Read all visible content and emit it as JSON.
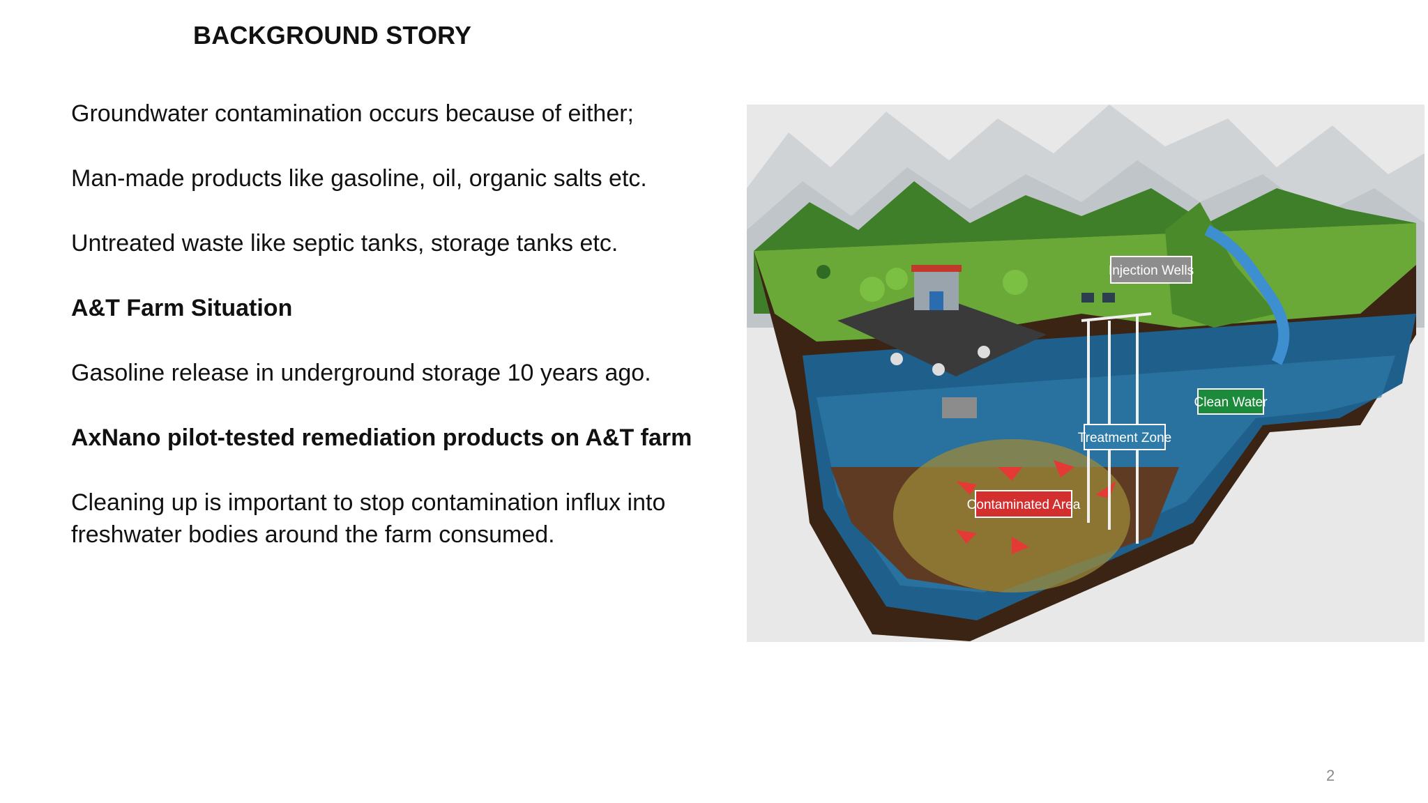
{
  "slide": {
    "title": "BACKGROUND STORY",
    "paragraphs": [
      {
        "text": "Groundwater contamination occurs because of either;",
        "bold": false
      },
      {
        "text": "Man-made products like gasoline, oil, organic salts etc.",
        "bold": false
      },
      {
        "text": "Untreated waste like septic tanks, storage tanks etc.",
        "bold": false
      },
      {
        "text": "A&T Farm Situation",
        "bold": true
      },
      {
        "text": "Gasoline release in underground storage 10 years ago.",
        "bold": false
      },
      {
        "text": "AxNano pilot-tested remediation products on A&T farm",
        "bold": true
      },
      {
        "text": "Cleaning up is important to stop contamination influx into freshwater bodies around the farm consumed.",
        "bold": false
      }
    ],
    "page_number": "2"
  },
  "illustration": {
    "labels": {
      "injection_wells": "Injection Wells",
      "clean_water": "Clean Water",
      "treatment_zone": "Treatment Zone",
      "contaminated_area": "Contaminated Area"
    },
    "colors": {
      "contaminated_label": "#d32f2f",
      "clean_water_label": "#1b8a3a",
      "grey_label": "#8d8d8d",
      "water_layer": "#1f5f8b",
      "grass": "#5a9a2a",
      "soil": "#4a2b17"
    }
  }
}
